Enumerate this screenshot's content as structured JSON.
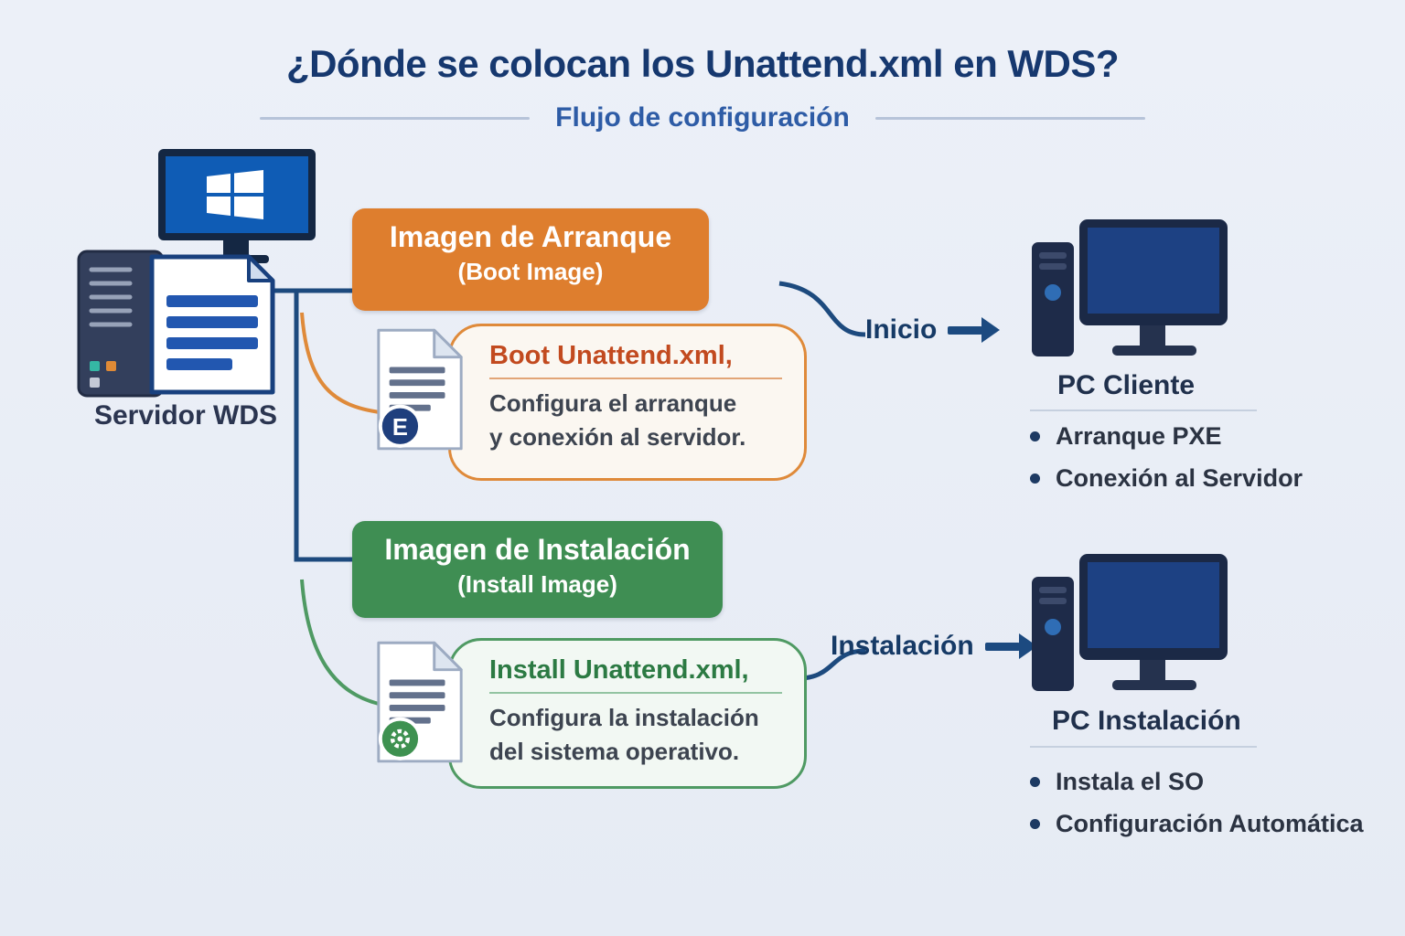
{
  "header": {
    "title": "¿Dónde se colocan los Unattend.xml en WDS?",
    "subtitle": "Flujo de configuración"
  },
  "server": {
    "label": "Servidor WDS"
  },
  "boot_branch": {
    "box_title": "Imagen de Arranque",
    "box_subtitle": "(Boot Image)",
    "file_heading": "Boot Unattend.xml,",
    "file_line1": "Configura el arranque",
    "file_line2": "y conexión al servidor.",
    "badge_letter": "E",
    "flow_label": "Inicio",
    "pc": {
      "label": "PC Cliente",
      "bullets": [
        "Arranque PXE",
        "Conexión al Servidor"
      ]
    }
  },
  "install_branch": {
    "box_title": "Imagen de Instalación",
    "box_subtitle": "(Install Image)",
    "file_heading": "Install Unattend.xml,",
    "file_line1": "Configura la instalación",
    "file_line2": "del sistema operativo.",
    "flow_label": "Instalación",
    "pc": {
      "label": "PC Instalación",
      "bullets": [
        "Instala el SO",
        "Configuración Automática"
      ]
    }
  },
  "colors": {
    "boot_accent": "#de7e2e",
    "install_accent": "#3f8e53",
    "flow_navy": "#1d4a7e",
    "title_navy": "#16386f"
  }
}
